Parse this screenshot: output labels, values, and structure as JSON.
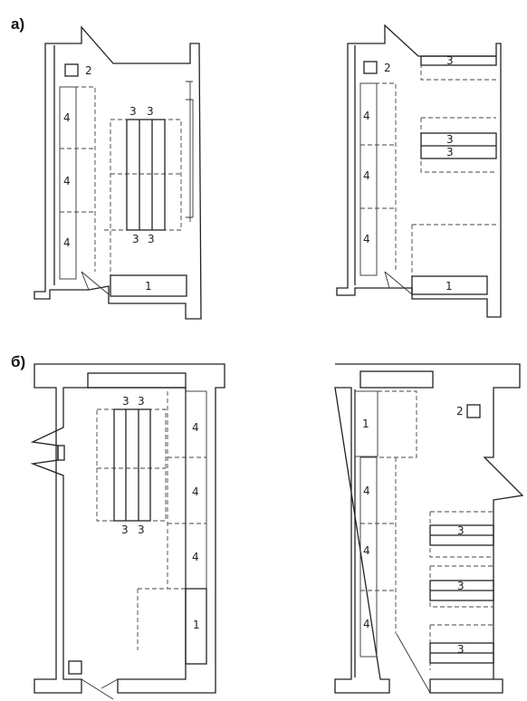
{
  "panels": {
    "a": "а)",
    "b": "б)"
  },
  "labels": {
    "one": "1",
    "two": "2",
    "three": "3",
    "four": "4"
  }
}
